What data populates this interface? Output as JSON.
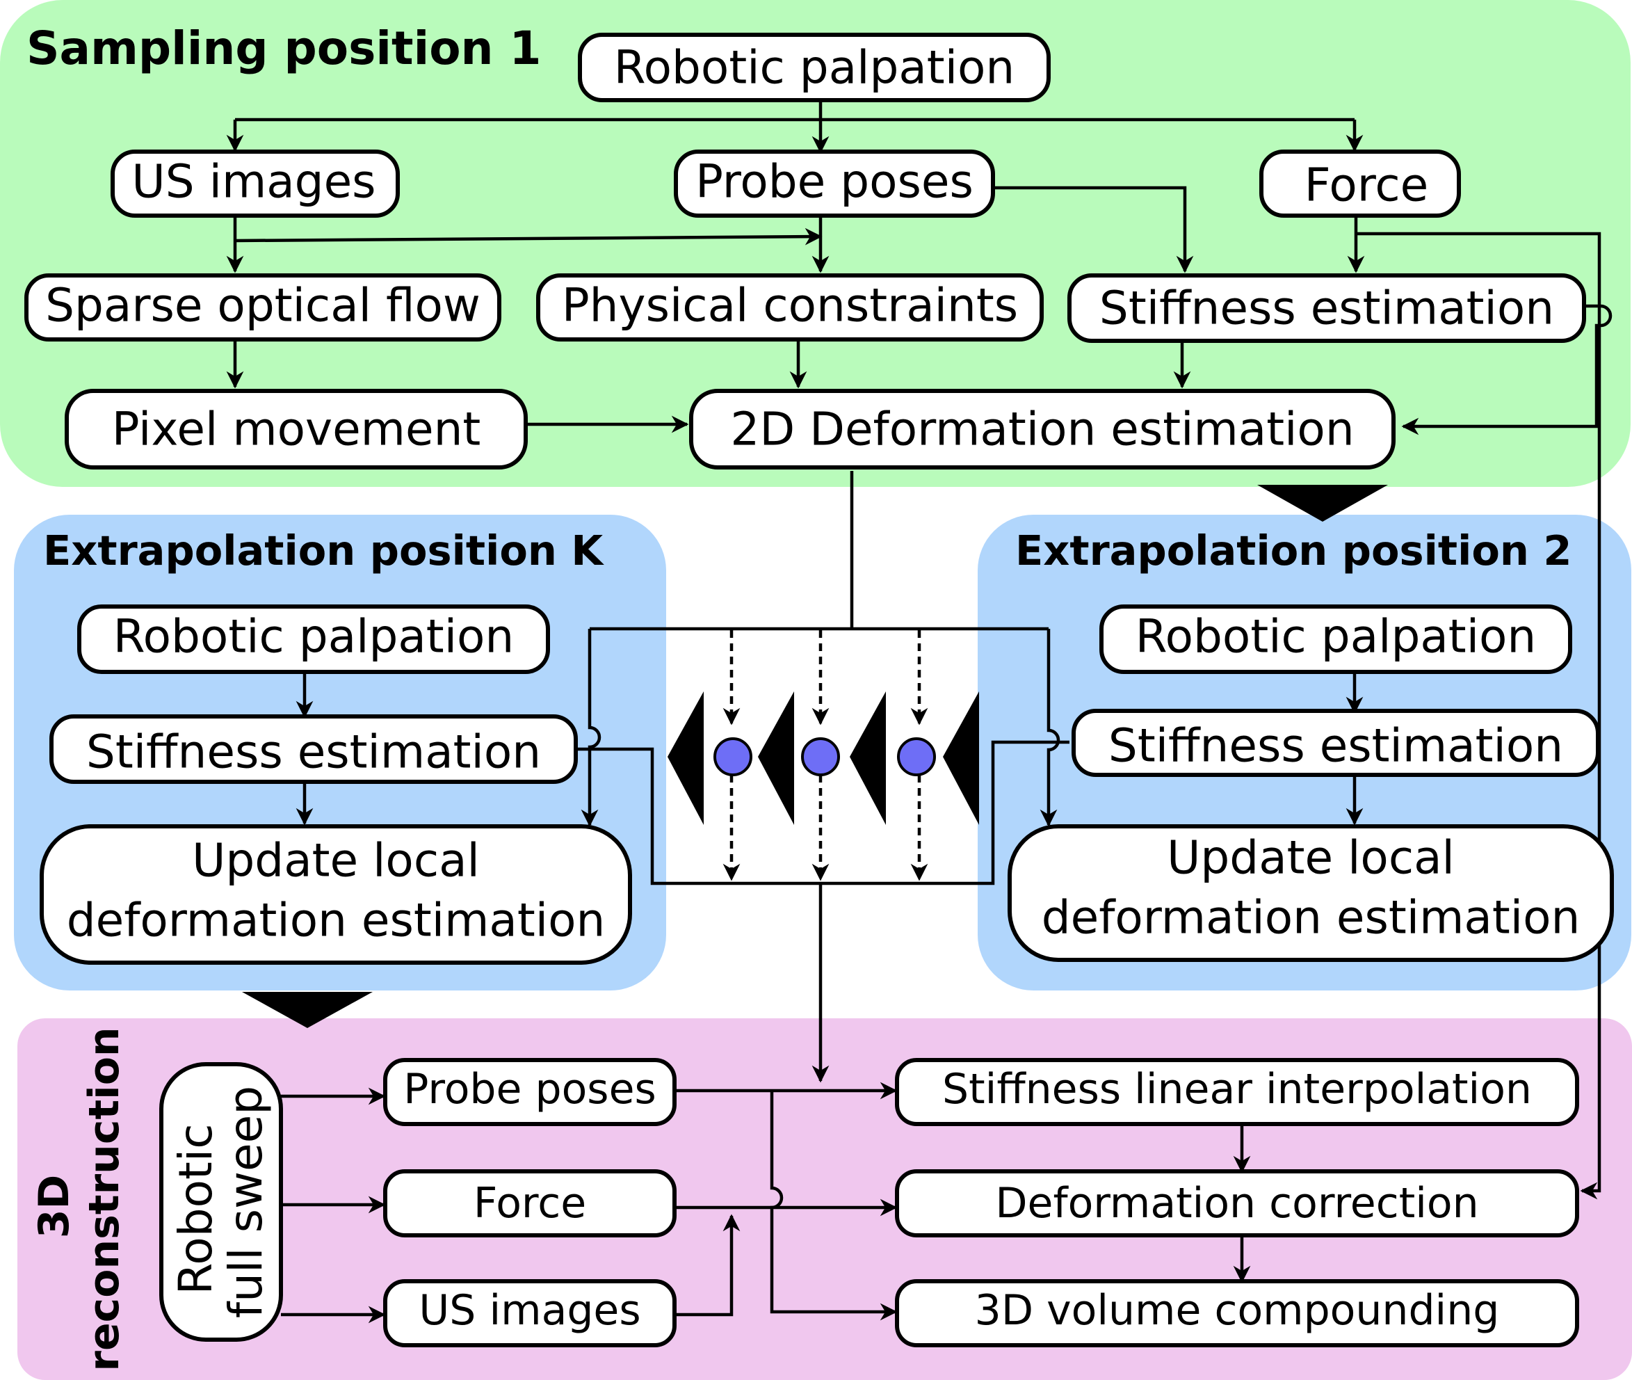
{
  "colors": {
    "sampling_bg": "#b9fbbb",
    "extrapolation_bg": "#b1d6fc",
    "reconstruction_bg": "#f0c7ee",
    "highlight_text": "#ff0000",
    "dot_fill": "#6e6ef6"
  },
  "regions": {
    "sampling": {
      "title": "Sampling position 1"
    },
    "extrap_k": {
      "title": "Extrapolation position K"
    },
    "extrap_2": {
      "title": "Extrapolation position 2"
    },
    "reconstruction": {
      "title_line1": "3D",
      "title_line2": "reconstruction"
    }
  },
  "sampling": {
    "robotic_palpation": "Robotic palpation",
    "us_images": "US images",
    "probe_poses": "Probe poses",
    "force": "Force",
    "sparse_optical_flow": "Sparse optical flow",
    "physical_constraints": "Physical constraints",
    "stiffness_estimation": "Stiffness estimation",
    "pixel_movement": "Pixel movement",
    "deformation_2d": "2D Deformation estimation"
  },
  "extrap_k": {
    "robotic_palpation": "Robotic palpation",
    "stiffness_estimation": "Stiffness estimation",
    "update_line1": "Update local",
    "update_line2": "deformation estimation"
  },
  "extrap_2": {
    "robotic_palpation": "Robotic palpation",
    "stiffness_estimation": "Stiffness estimation",
    "update_line1": "Update local",
    "update_line2": "deformation estimation"
  },
  "reconstruction": {
    "sweep_line1": "Robotic",
    "sweep_line2": "full sweep",
    "probe_poses": "Probe poses",
    "force": "Force",
    "us_images": "US images",
    "stiffness_interp": "Stiffness linear interpolation",
    "deformation_correction": "Deformation correction",
    "volume_compounding": "3D volume compounding"
  }
}
